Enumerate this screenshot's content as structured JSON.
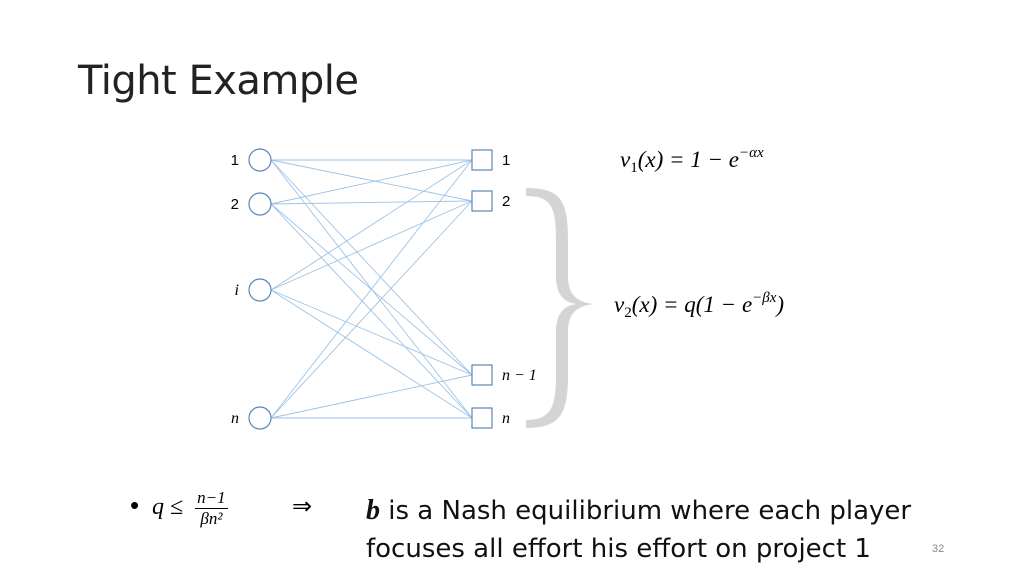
{
  "slide": {
    "title": "Tight Example",
    "page_number": "32"
  },
  "graph": {
    "players": [
      {
        "label": "1",
        "italic": false
      },
      {
        "label": "2",
        "italic": false
      },
      {
        "label": "i",
        "italic": true
      },
      {
        "label": "n",
        "italic": true
      }
    ],
    "projects": [
      {
        "label": "1",
        "italic": false
      },
      {
        "label": "2",
        "italic": false
      },
      {
        "label": "n − 1",
        "italic": true
      },
      {
        "label": "n",
        "italic": true
      }
    ],
    "edge_color": "#9dc3e6",
    "node_color": "#5b87b5"
  },
  "equations": {
    "v1": {
      "name": "v",
      "sub": "1",
      "rhs": "(x) = 1 − e",
      "exp": "−αx"
    },
    "v2": {
      "name": "v",
      "sub": "2",
      "rhs_pre": "(x) = q(1 − e",
      "exp": "−βx",
      "rhs_post": ")"
    }
  },
  "bullet": {
    "symbol": "•",
    "cond_lhs": "q ≤",
    "frac_num": "n−1",
    "frac_den": "βn²",
    "implies": "⇒",
    "b_symbol": "b",
    "text": " is a Nash equilibrium where each player focuses all effort his effort on project 1"
  }
}
